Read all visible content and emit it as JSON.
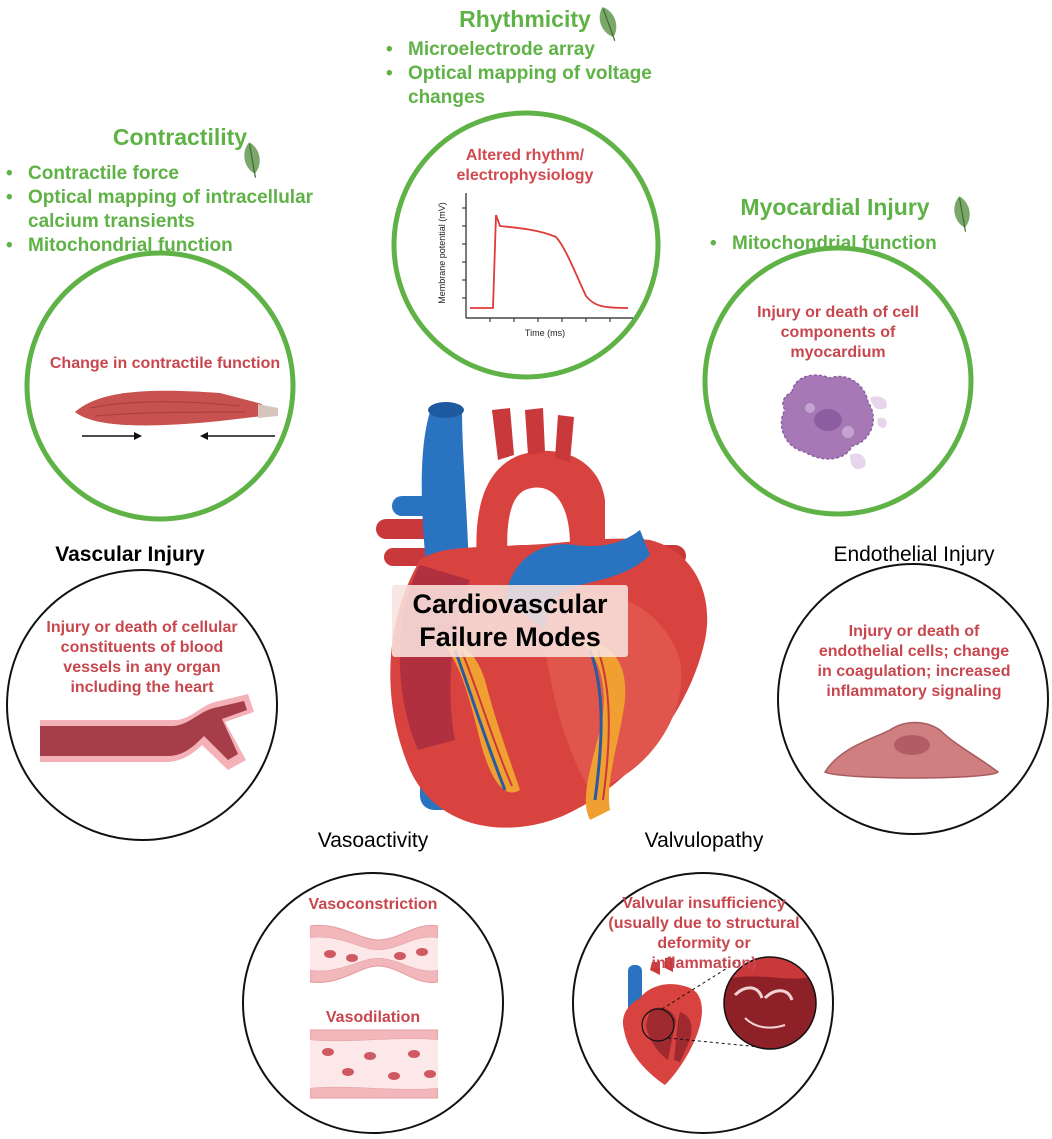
{
  "center_title": [
    "Cardiovascular",
    "Failure Modes"
  ],
  "rhythmicity": {
    "title": "Rhythmicity",
    "items": [
      "Microelectrode array",
      "Optical mapping of voltage changes"
    ],
    "caption": "Altered rhythm/ electrophysiology",
    "y_axis_label": "Membrane potential (mV)",
    "x_axis_label": "Time (ms)"
  },
  "contractility": {
    "title": "Contractility",
    "items": [
      "Contractile force",
      "Optical mapping of intracellular calcium transients",
      "Mitochondrial function"
    ],
    "caption": "Change in contractile function"
  },
  "myocardial_injury": {
    "title": "Myocardial Injury",
    "items": [
      "Mitochondrial function"
    ],
    "caption": "Injury or death of cell components of myocardium"
  },
  "vascular_injury": {
    "title": "Vascular Injury",
    "caption": "Injury or death of cellular constituents of blood vessels in any organ including the heart"
  },
  "endothelial_injury": {
    "title": "Endothelial Injury",
    "caption": "Injury or death of endothelial cells; change in coagulation; increased inflammatory signaling"
  },
  "vasoactivity": {
    "title": "Vasoactivity",
    "caption_top": "Vasoconstriction",
    "caption_bottom": "Vasodilation"
  },
  "valvulopathy": {
    "title": "Valvulopathy",
    "caption": "Valvular insufficiency (usually due to structural deformity or inflammation)"
  },
  "colors": {
    "green": "#5fb246",
    "red_text": "#c8474e",
    "heart_red": "#d9433f",
    "vessel_blue": "#2a73c0"
  },
  "icons": [
    "leaf-icon",
    "heart-illustration",
    "muscle-fiber-illustration",
    "damaged-cell-illustration",
    "blood-vessel-illustration",
    "endothelial-cell-illustration",
    "vessel-section-illustration",
    "valve-heart-illustration"
  ]
}
